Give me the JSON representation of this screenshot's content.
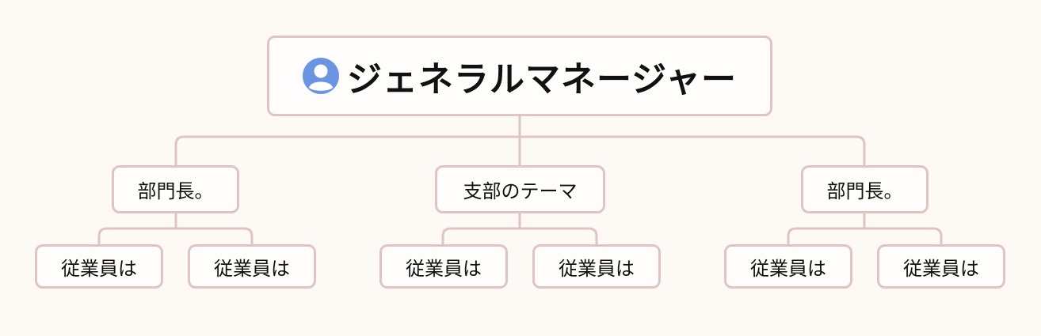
{
  "root": {
    "label": "ジェネラルマネージャー",
    "icon": "user-avatar-icon"
  },
  "branches": [
    {
      "label": "部門長。",
      "children": [
        {
          "label": "従業員は"
        },
        {
          "label": "従業員は"
        }
      ]
    },
    {
      "label": "支部のテーマ",
      "children": [
        {
          "label": "従業員は"
        },
        {
          "label": "従業員は"
        }
      ]
    },
    {
      "label": "部門長。",
      "children": [
        {
          "label": "従業員は"
        },
        {
          "label": "従業員は"
        }
      ]
    }
  ],
  "colors": {
    "background": "#fdfaf6",
    "node_border": "#e0c3c3",
    "connector": "#e0c3c3",
    "avatar": "#6b95e3"
  }
}
